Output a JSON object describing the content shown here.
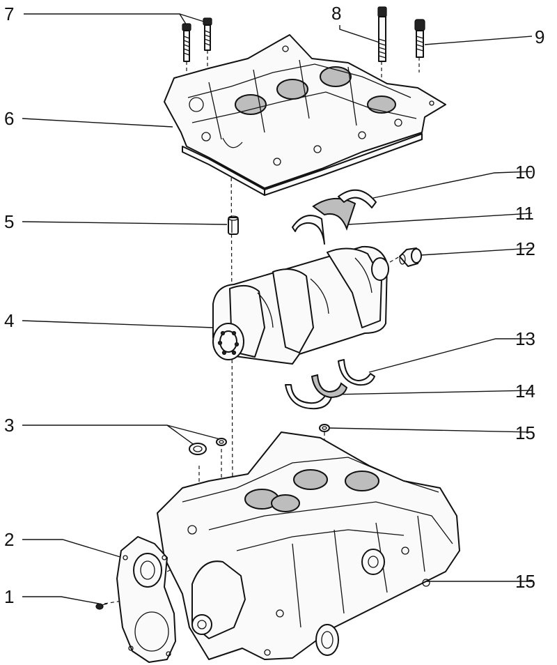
{
  "callouts": [
    {
      "id": "c1",
      "text": "1"
    },
    {
      "id": "c2",
      "text": "2"
    },
    {
      "id": "c3",
      "text": "3"
    },
    {
      "id": "c4",
      "text": "4"
    },
    {
      "id": "c5",
      "text": "5"
    },
    {
      "id": "c6",
      "text": "6"
    },
    {
      "id": "c7",
      "text": "7"
    },
    {
      "id": "c8",
      "text": "8"
    },
    {
      "id": "c9",
      "text": "9"
    },
    {
      "id": "c10",
      "text": "10"
    },
    {
      "id": "c11",
      "text": "11"
    },
    {
      "id": "c12",
      "text": "12"
    },
    {
      "id": "c13",
      "text": "13"
    },
    {
      "id": "c14",
      "text": "14"
    },
    {
      "id": "c15a",
      "text": "15"
    },
    {
      "id": "c15b",
      "text": "15"
    }
  ],
  "parts": {
    "bolts_left": "bolts",
    "bolt_long_right": "bolt",
    "bolt_short_right": "bolt",
    "lower_crankcase": "bearing-ladder",
    "dowel": "dowel-sleeve",
    "crankshaft": "crankshaft",
    "bush": "pilot-bush",
    "upper_shells": "main-bearing-shells-upper",
    "thrust_shell_upper": "thrust-bearing-shell-upper",
    "lower_shells": "main-bearing-shells-lower",
    "thrust_shell_lower": "thrust-bearing-shell-lower",
    "o_rings": "o-rings",
    "o_ring_right": "o-ring",
    "cylinder_block": "cylinder-block",
    "cover": "end-cover",
    "screw": "screw"
  }
}
